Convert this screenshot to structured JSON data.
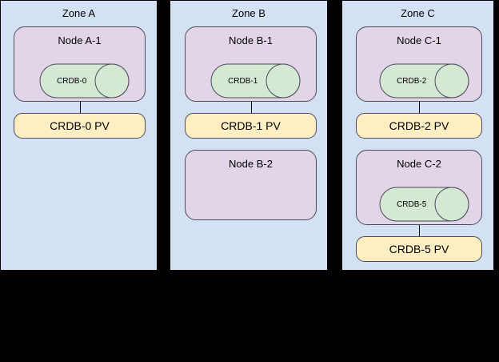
{
  "diagram": {
    "background_color": "#000000",
    "zone_fill": "#d4e1f5",
    "node_fill": "#e1d5e7",
    "cylinder_fill": "#d5e8d4",
    "pv_fill": "#ffeec2",
    "stroke_color": "#4b4b5a"
  },
  "zones": [
    {
      "title": "Zone A",
      "nodes": [
        {
          "title": "Node A-1",
          "pod": "CRDB-0",
          "pv": "CRDB-0 PV"
        }
      ]
    },
    {
      "title": "Zone B",
      "nodes": [
        {
          "title": "Node B-1",
          "pod": "CRDB-1",
          "pv": "CRDB-1 PV"
        },
        {
          "title": "Node B-2",
          "pod": null,
          "pv": null
        }
      ]
    },
    {
      "title": "Zone C",
      "nodes": [
        {
          "title": "Node C-1",
          "pod": "CRDB-2",
          "pv": "CRDB-2 PV"
        },
        {
          "title": "Node C-2",
          "pod": "CRDB-5",
          "pv": "CRDB-5 PV"
        }
      ]
    }
  ]
}
